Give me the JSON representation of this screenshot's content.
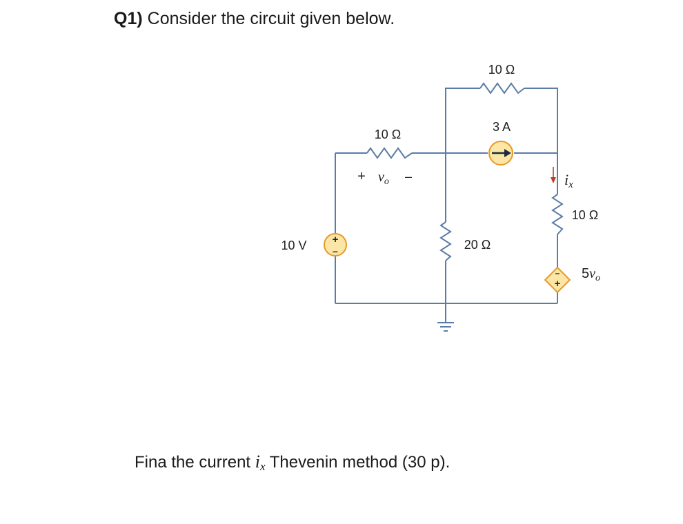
{
  "question": {
    "number": "Q1)",
    "text": "Consider the circuit given below."
  },
  "circuit": {
    "resistor_top_label": "10 Ω",
    "resistor_left_label": "10 Ω",
    "current_source_label": "3 A",
    "vo_plus": "+",
    "vo_symbol": "v",
    "vo_subscript": "o",
    "vo_minus": "–",
    "voltage_source_label": "10 V",
    "resistor_middle_label": "20 Ω",
    "ix_symbol": "i",
    "ix_subscript": "x",
    "resistor_right_label": "10 Ω",
    "dependent_source_coefficient": "5",
    "dependent_source_symbol": "v",
    "dependent_source_subscript": "o",
    "source_plus": "+",
    "source_minus": "–"
  },
  "task": {
    "prefix": "Fina the current ",
    "var": "i",
    "sub": "x",
    "suffix": " Thevenin method (30 p)."
  },
  "colors": {
    "wire": "#5b7ca6",
    "source_fill": "#fbe6a6",
    "source_stroke": "#e59a2b",
    "arrow_red": "#c0392b"
  }
}
